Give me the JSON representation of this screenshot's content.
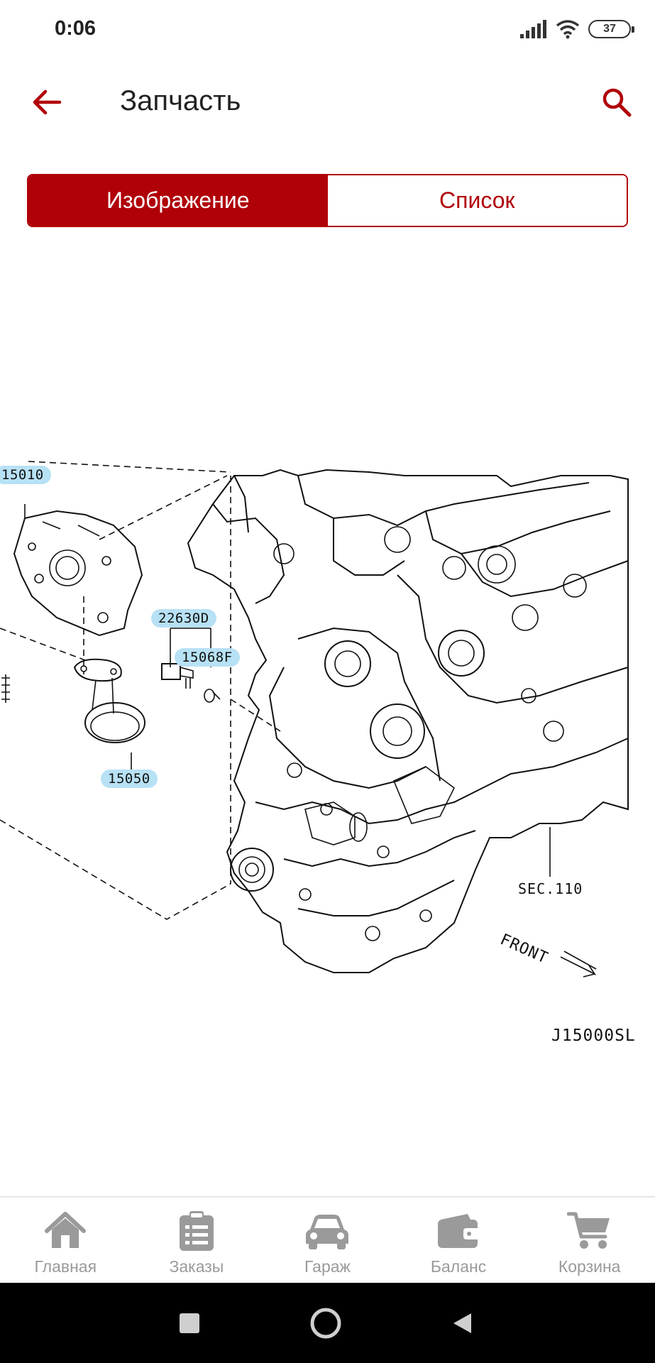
{
  "status_bar": {
    "time": "0:06",
    "battery": "37"
  },
  "app_bar": {
    "title": "Запчасть",
    "back_icon": "arrow-left-icon",
    "search_icon": "search-icon"
  },
  "tabs": [
    {
      "label": "Изображение",
      "active": true
    },
    {
      "label": "Список",
      "active": false
    }
  ],
  "diagram": {
    "callouts": [
      "15010",
      "22630D",
      "15068F",
      "15050"
    ],
    "labels": {
      "section": "SEC.110",
      "front": "FRONT",
      "code": "J15000SL"
    }
  },
  "bottom_nav": [
    {
      "label": "Главная",
      "icon": "home-icon"
    },
    {
      "label": "Заказы",
      "icon": "orders-clipboard-icon"
    },
    {
      "label": "Гараж",
      "icon": "car-icon"
    },
    {
      "label": "Баланс",
      "icon": "wallet-icon"
    },
    {
      "label": "Корзина",
      "icon": "cart-icon"
    }
  ],
  "colors": {
    "accent": "#b00008",
    "callout": "#b7e1f5",
    "nav_gray": "#9a9a9a"
  }
}
